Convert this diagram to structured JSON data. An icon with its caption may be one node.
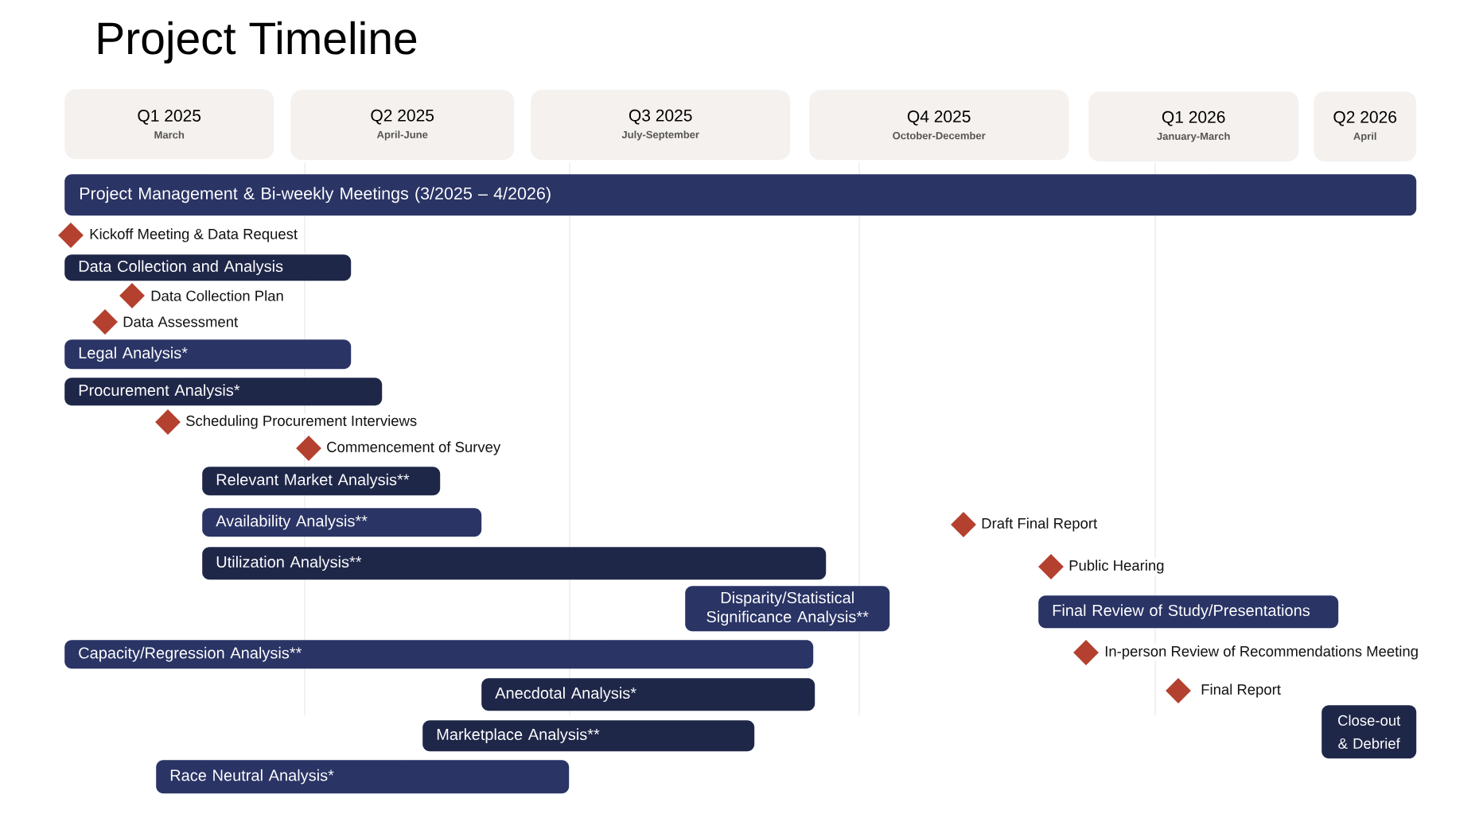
{
  "diagram": {
    "title": "Project Timeline",
    "nodes": [
      {
        "text": [
          "Q1 2025",
          "March"
        ]
      },
      {
        "text": [
          "Q2 2025",
          "April-June"
        ]
      },
      {
        "text": [
          "Q3 2025",
          "July-September"
        ]
      },
      {
        "text": [
          "Q4 2025",
          "October-December"
        ]
      },
      {
        "text": [
          "Q1 2026",
          "January-March"
        ]
      },
      {
        "text": [
          "Q2 2026",
          "April"
        ]
      },
      {
        "text": [
          "Project Management & Bi-weekly Meetings (3/2025 – 4/2026)"
        ]
      },
      {
        "text": [],
        "shape": "diamond",
        "beside": [
          "Kickoff Meeting & Data Request"
        ]
      },
      {
        "text": [
          "Data Collection and Analysis"
        ]
      },
      {
        "text": [],
        "shape": "diamond",
        "beside": [
          "Data Collection Plan"
        ]
      },
      {
        "text": [],
        "shape": "diamond",
        "beside": [
          "Data Assessment"
        ]
      },
      {
        "text": [
          "Legal Analysis*"
        ]
      },
      {
        "text": [
          "Procurement Analysis*"
        ]
      },
      {
        "text": [],
        "shape": "diamond",
        "beside": [
          "Scheduling Procurement Interviews"
        ]
      },
      {
        "text": [],
        "shape": "diamond",
        "beside": [
          "Commencement of Survey"
        ]
      },
      {
        "text": [
          "Relevant Market Analysis**"
        ]
      },
      {
        "text": [
          "Availability Analysis**"
        ]
      },
      {
        "text": [],
        "shape": "diamond",
        "beside": [
          "Draft Final Report"
        ]
      },
      {
        "text": [
          "Utilization Analysis**"
        ]
      },
      {
        "text": [],
        "shape": "diamond",
        "beside": [
          "Public Hearing"
        ]
      },
      {
        "text": [
          "Disparity/Statistical Significance Analysis**"
        ]
      },
      {
        "text": [
          "Final Review of Study/Presentations"
        ]
      },
      {
        "text": [
          "Capacity/Regression Analysis**"
        ]
      },
      {
        "text": [],
        "shape": "diamond",
        "beside": [
          "In-person Review of Recommendations Meeting"
        ]
      },
      {
        "text": [
          "Anecdotal Analysis*"
        ]
      },
      {
        "text": [],
        "shape": "diamond",
        "beside": [
          "Final Report"
        ]
      },
      {
        "text": [
          "Marketplace Analysis**"
        ]
      },
      {
        "text": [
          "Close-out & Debrief"
        ]
      },
      {
        "text": [
          "Race Neutral Analysis*"
        ]
      }
    ]
  }
}
